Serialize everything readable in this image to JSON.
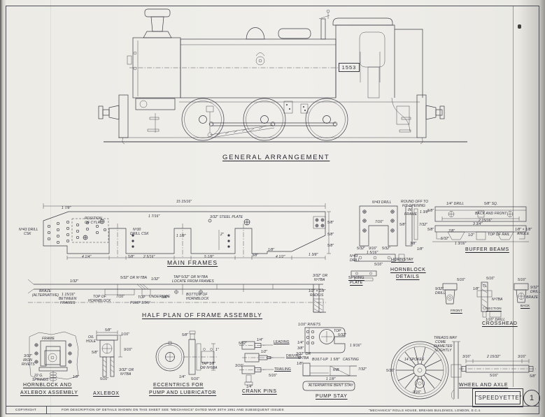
{
  "drawing": {
    "ga_caption": "GENERAL ARRANGEMENT",
    "loco_number": "1553"
  },
  "sections": {
    "main_frames": "MAIN FRAMES",
    "half_plan": "HALF PLAN OF FRAME ASSEMBLY",
    "hornblock_axlebox_1": "HORNBLOCK AND",
    "hornblock_axlebox_2": "AXLEBOX ASSEMBLY",
    "axlebox": "AXLEBOX",
    "eccentrics_1": "ECCENTRICS FOR",
    "eccentrics_2": "PUMP AND LUBRICATOR",
    "crank_pins": "CRANK PINS",
    "pump_stay": "PUMP STAY",
    "wheel_axle": "WHEEL AND AXLE",
    "buffer_beams": "BUFFER BEAMS",
    "hornstay": "HORNSTAY",
    "hornblock_details_1": "HORNBLOCK",
    "hornblock_details_2": "DETAILS",
    "spring_plate_1": "SPRING",
    "spring_plate_2": "PLATE",
    "crosshead": "CROSSHEAD"
  },
  "crank_labels": {
    "leading": "LEADING",
    "driving": "DRIVING",
    "trailing": "TRAILING"
  },
  "crosshead_views": {
    "front": "FRONT",
    "section": "SECTION",
    "back": "BACK"
  },
  "title_block": {
    "name": "\"SPEEDYETTE\"",
    "sheet": "1"
  },
  "footer": {
    "copyright": "COPYRIGHT",
    "description": "FOR DESCRIPTION OF DETAILS SHOWN ON THIS SHEET SEE \"MECHANICS\" DATED MAR 30TH 1951 AND SUBSEQUENT ISSUES",
    "address": "\"MECHANICS\" ROLLS HOUSE, BREAMS BUILDINGS, LONDON, E.C.4."
  },
  "ann": {
    "mf1": "15 15/16″",
    "mf2": "3/32″ STEEL PLATE",
    "mf3": "POSITION",
    "mf4": "OF CYLR.",
    "mf5": "Nº43 DRILL",
    "mf6": "CSK",
    "mf7": "Nº30",
    "mf8": "DRILL CSK",
    "mf9": "4 1/4″",
    "mf10": "5/8″",
    "mf11": "2 5/16″",
    "mf12": "5 1/8″",
    "mf13": "3/8″",
    "mf14": "1/8″",
    "mf15": "4 1/2″",
    "mf16": "1 3/8″",
    "mf17": "2″",
    "mf18": "1 1/8″",
    "mf19": "5/8″",
    "mf20": "5/8″",
    "mf21": "5/8″",
    "mf22": "1 7/8″",
    "mf23": "1 7/16″",
    "hp1": "1/32″",
    "hp2": "BRAZE",
    "hp3": "(ALTERNATIVE)",
    "hp4": "1 15/16″",
    "hp5": "BETWEEN",
    "hp6": "FRAMES",
    "hp7": "TOP OF",
    "hp8": "HORNBLOCK",
    "hp9": "7/16″",
    "hp10": "5/32″ OR Nº7BA",
    "hp11": "1/32″",
    "hp12": "TOP",
    "hp13": "PUMP STAY",
    "hp14": "UNDERSIDE",
    "hp15": "TAP 5/32″ OR Nº7BA",
    "hp16": "LOCATE FROM FRAMES",
    "hp17": "5/8″",
    "hp18": "BOTTOM OF",
    "hp19": "HORNBLOCK",
    "hp20": "1/2″ × 1/8″",
    "hp21": "RADIUS",
    "hp22": "3/32″ OR",
    "hp23": "Nº7BA",
    "ha1": "FRAME",
    "ha2": "3/32″",
    "ha3": "IRON",
    "ha4": "RIVETS",
    "ha5": "22 G.",
    "ha6": "SPRINGS",
    "ha7": "1/8″",
    "ab1": "OIL",
    "ab2": "HOLE",
    "ab3": "5/8″",
    "ab4": "1/16″",
    "ab5": "9/16″",
    "ab6": "5/8″",
    "ab7": "3/32″ OR",
    "ab8": "Nº7BA",
    "ab9": "5/16″",
    "ec1": "5/8″",
    "ec2": "1″",
    "ec3": "TAP 1/8″",
    "ec4": "OR Nº5BA",
    "ec5": "1/4″",
    "ec6": "5/16″",
    "cp1": "5/32″",
    "cp2": "1/4″",
    "cp3": "1/2″",
    "cp4": "3/16″",
    "cp5": "1/4″",
    "cp6": "5/16″",
    "ps1": "1/16″ RIVETS",
    "ps2": "TOP",
    "ps3": "5/32″",
    "ps4": "1 9/16″",
    "ps5": "BUILT-UP",
    "ps6": "1 5/8″",
    "ps7": "CASTING",
    "ps8": "RIB",
    "ps9": "7/32″",
    "ps10": "ALTERNATIVE BENT STAY",
    "ps11": "1 1/8″",
    "ps12": "1/8″",
    "ps14": "1/4″",
    "ps15": "3/8″",
    "ps16": "3/32″ OR",
    "ps17": "Nº7BA",
    "wa1": "14 SPOKES",
    "wa2": "5/16″",
    "wa3": "9/16″",
    "wa4": "TREADS MAY",
    "wa5": "COME",
    "wa6": "DIAMETER",
    "wa7": "SLIGHTLY",
    "wa8": "3/16″",
    "wa9": "2 15/32″",
    "wa10": "3/16″",
    "wa11": "5/16″",
    "wa12": "5/8″",
    "bb1": "1/4″ DRILL",
    "bb2": "5/8″ SQ.",
    "bb3": "BACK AND FRONT",
    "bb4": "2 15/16″",
    "bb5": "3 3/4″",
    "bb6": "5/8″",
    "bb7": "5/8″",
    "bb9": "1/2″",
    "bb10": "TOP OF RAIL",
    "bb11": "1/8″ × 1/8″",
    "bb12": "ANGLE",
    "bb13": "5/32″",
    "bb14": "1 3/16″",
    "bb15": "7/8″",
    "hb1": "Nº43 DRILL",
    "hb2": "ROUND OFF TO",
    "hb3": "FIT OPENING",
    "hb4": "IN",
    "hb5": "FRAME",
    "hb6": "7/16″",
    "hb7": "5/8″",
    "hb8": "1 3/8″",
    "hb9": "7/32″",
    "hb10": "5/32″",
    "hb11": "9/16″",
    "hb12": "5/32″",
    "hb13": "1 5/16″",
    "hb14": "3/8″",
    "hb15": "1/8″",
    "hb16": "Nº43",
    "hb17": "DRILL",
    "hb19": "5/16″",
    "chx1": "5/16″",
    "chx2": "5/16″",
    "chx3": "5/16″",
    "chx4": "9/32″",
    "chx5": "DRILL",
    "chx6": "9/32″",
    "chx7": "DRILL",
    "chx8": "BRAZE",
    "chx10": "Nº7BA",
    "chx12": "1/16″ DRILL",
    "chx14": "1/8″"
  }
}
